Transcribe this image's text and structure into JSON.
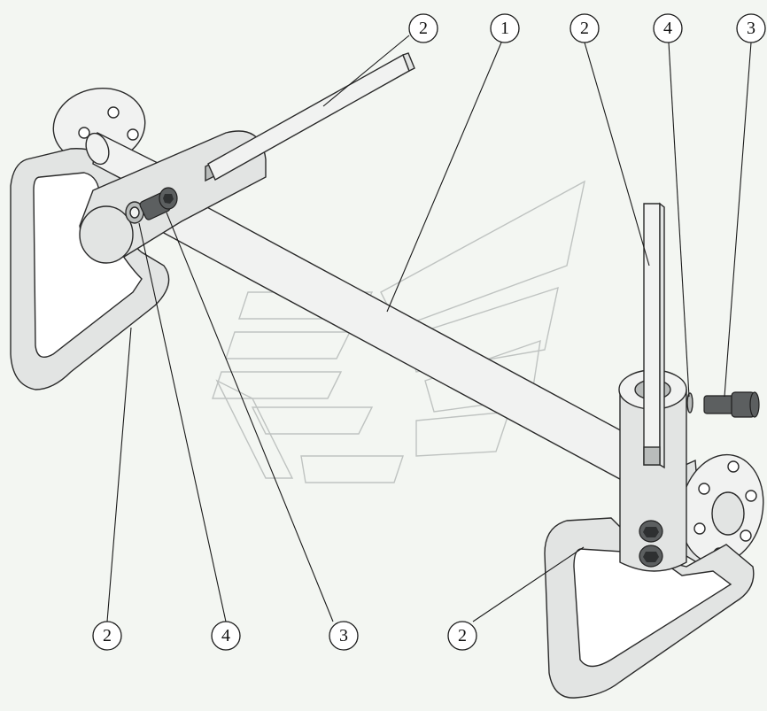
{
  "figure": {
    "callouts": [
      {
        "id": "top-left-2",
        "label": "2"
      },
      {
        "id": "top-1",
        "label": "1"
      },
      {
        "id": "top-right-2",
        "label": "2"
      },
      {
        "id": "top-right-4",
        "label": "4"
      },
      {
        "id": "top-right-3",
        "label": "3"
      },
      {
        "id": "bottom-left-2",
        "label": "2"
      },
      {
        "id": "bottom-4",
        "label": "4"
      },
      {
        "id": "bottom-3",
        "label": "3"
      },
      {
        "id": "bottom-right-2",
        "label": "2"
      }
    ]
  },
  "colors": {
    "background": "#f3f6f2",
    "metal": "#e2e4e3",
    "outline": "#2a2a2a",
    "bolt": "#5c5f60",
    "watermark": "#bfc3c1"
  }
}
